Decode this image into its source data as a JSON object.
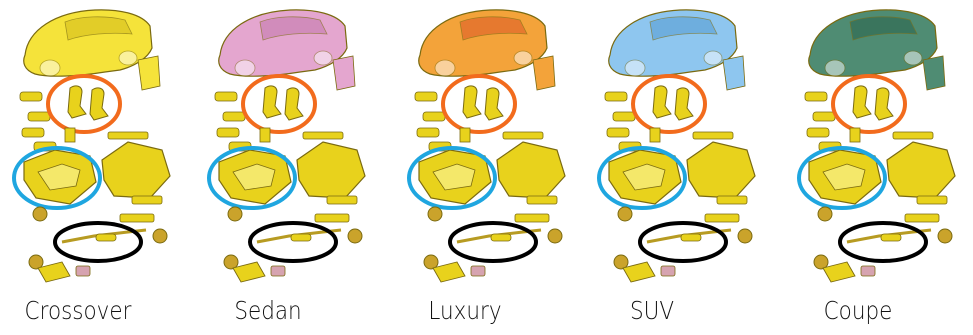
{
  "variants": [
    {
      "label": "Crossover",
      "body_color": "#f5e33a",
      "body_shade": "#d8c21f"
    },
    {
      "label": "Sedan",
      "body_color": "#e4a6cf",
      "body_shade": "#c77fb1"
    },
    {
      "label": "Luxury",
      "body_color": "#f3a33a",
      "body_shade": "#e0642a"
    },
    {
      "label": "SUV",
      "body_color": "#8ec6ef",
      "body_shade": "#5ea2d6"
    },
    {
      "label": "Coupe",
      "body_color": "#4f8c73",
      "body_shade": "#2f6a52"
    }
  ],
  "highlight_colors": {
    "seats": "#f26b1d",
    "floor": "#1fa6e0",
    "exhaust": "#000000"
  },
  "part_color": "#e8d21c",
  "part_outline": "#7a6a10"
}
